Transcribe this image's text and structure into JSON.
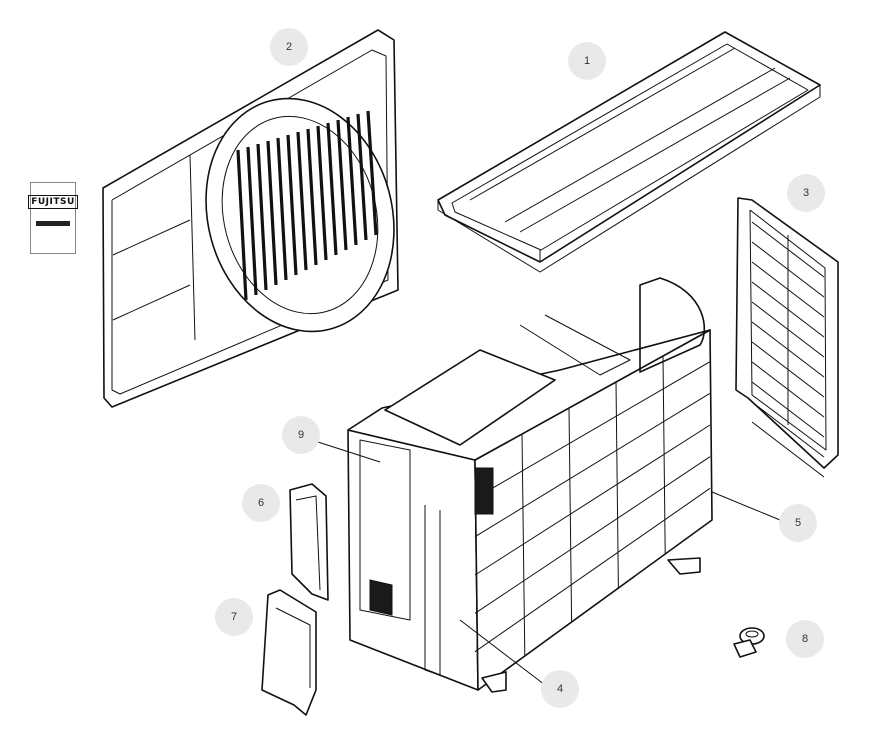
{
  "callouts": [
    {
      "id": "1",
      "label": "1"
    },
    {
      "id": "2",
      "label": "2"
    },
    {
      "id": "3",
      "label": "3"
    },
    {
      "id": "4",
      "label": "4"
    },
    {
      "id": "5",
      "label": "5"
    },
    {
      "id": "6",
      "label": "6"
    },
    {
      "id": "7",
      "label": "7"
    },
    {
      "id": "8",
      "label": "8"
    },
    {
      "id": "9",
      "label": "9"
    }
  ],
  "logo": {
    "brand": "FUJITSU"
  },
  "colors": {
    "line": "#111111",
    "badge": "#e9e9e9",
    "background": "#ffffff"
  }
}
